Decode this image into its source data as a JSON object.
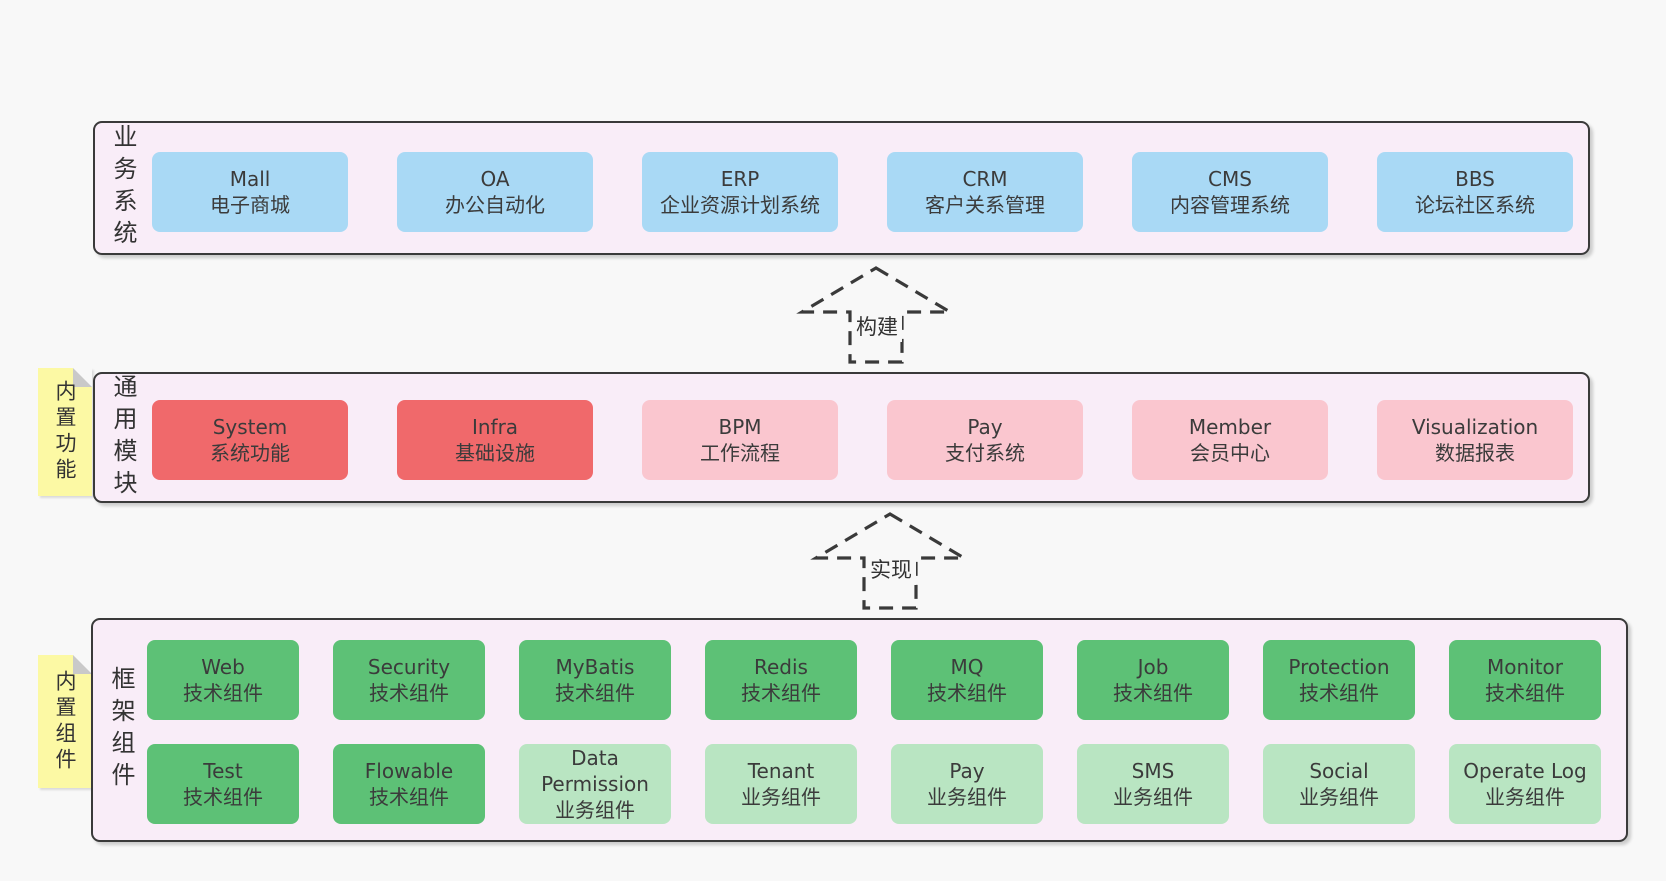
{
  "colors": {
    "page_bg": "#f8f8f8",
    "panel_bg": "#f9edf8",
    "panel_border": "#3a3a3a",
    "blue_box": "#a9d9f5",
    "red_box": "#f0696b",
    "pink_box": "#fac6cf",
    "green_dark_box": "#5dc176",
    "green_light_box": "#b9e5c2",
    "sticky_yellow": "#fcf9a4",
    "text": "#3b3b3b"
  },
  "layers": {
    "business": {
      "label": "业务系统",
      "boxes": [
        {
          "title": "Mall",
          "subtitle": "电子商城"
        },
        {
          "title": "OA",
          "subtitle": "办公自动化"
        },
        {
          "title": "ERP",
          "subtitle": "企业资源计划系统"
        },
        {
          "title": "CRM",
          "subtitle": "客户关系管理"
        },
        {
          "title": "CMS",
          "subtitle": "内容管理系统"
        },
        {
          "title": "BBS",
          "subtitle": "论坛社区系统"
        }
      ]
    },
    "modules": {
      "label": "通用模块",
      "sticky": "内置功能",
      "boxes": [
        {
          "title": "System",
          "subtitle": "系统功能"
        },
        {
          "title": "Infra",
          "subtitle": "基础设施"
        },
        {
          "title": "BPM",
          "subtitle": "工作流程"
        },
        {
          "title": "Pay",
          "subtitle": "支付系统"
        },
        {
          "title": "Member",
          "subtitle": "会员中心"
        },
        {
          "title": "Visualization",
          "subtitle": "数据报表"
        }
      ]
    },
    "framework": {
      "label": "框架组件",
      "sticky": "内置组件",
      "row1": [
        {
          "title": "Web",
          "subtitle": "技术组件"
        },
        {
          "title": "Security",
          "subtitle": "技术组件"
        },
        {
          "title": "MyBatis",
          "subtitle": "技术组件"
        },
        {
          "title": "Redis",
          "subtitle": "技术组件"
        },
        {
          "title": "MQ",
          "subtitle": "技术组件"
        },
        {
          "title": "Job",
          "subtitle": "技术组件"
        },
        {
          "title": "Protection",
          "subtitle": "技术组件"
        },
        {
          "title": "Monitor",
          "subtitle": "技术组件"
        }
      ],
      "row2": [
        {
          "title": "Test",
          "subtitle": "技术组件"
        },
        {
          "title": "Flowable",
          "subtitle": "技术组件"
        },
        {
          "title": "Data Permission",
          "subtitle": "业务组件"
        },
        {
          "title": "Tenant",
          "subtitle": "业务组件"
        },
        {
          "title": "Pay",
          "subtitle": "业务组件"
        },
        {
          "title": "SMS",
          "subtitle": "业务组件"
        },
        {
          "title": "Social",
          "subtitle": "业务组件"
        },
        {
          "title": "Operate Log",
          "subtitle": "业务组件"
        }
      ]
    }
  },
  "arrows": {
    "build": "构建",
    "implement": "实现"
  }
}
